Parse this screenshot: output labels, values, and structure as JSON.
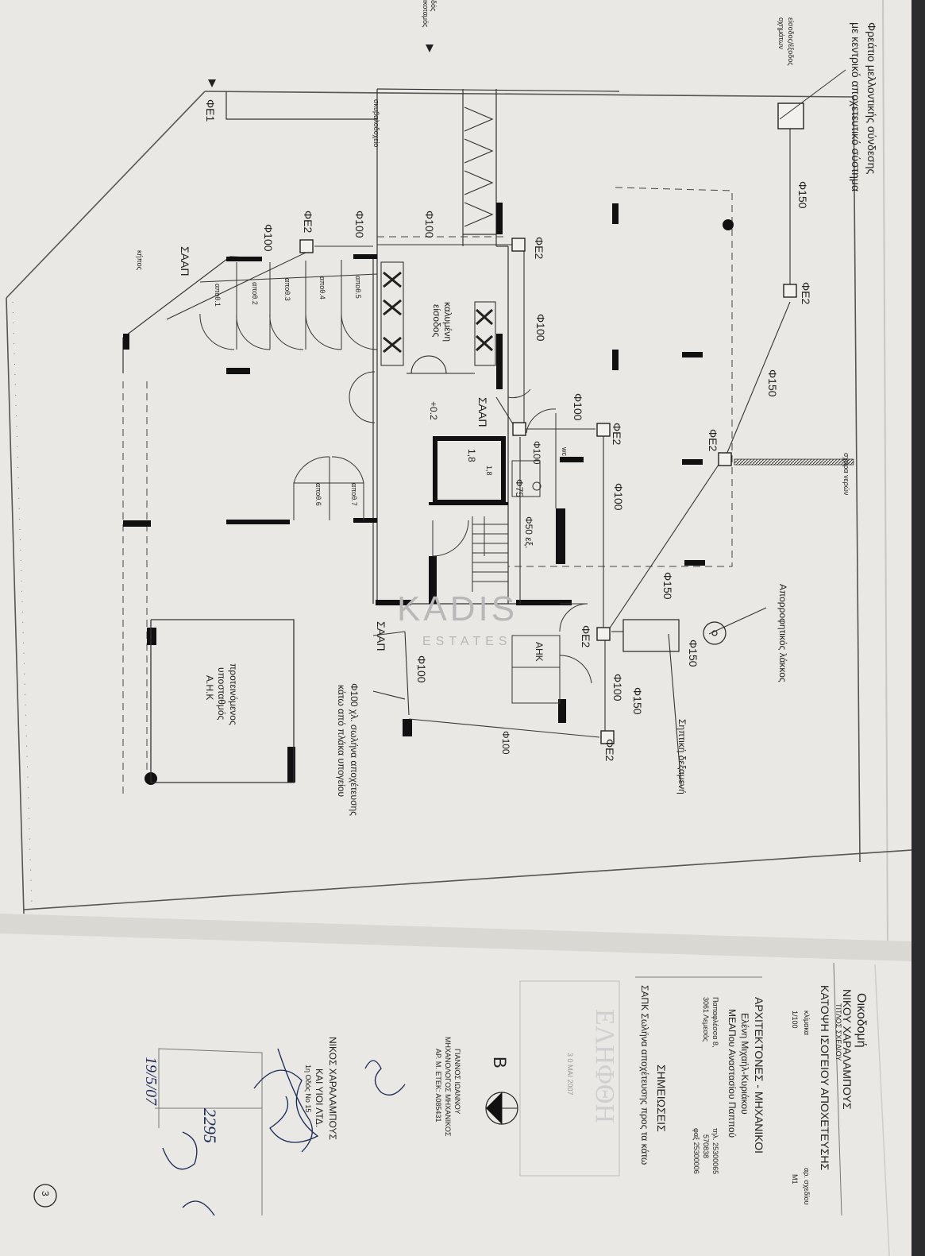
{
  "header_notes": {
    "future_connection_line1": "Φρεάτιο μελλοντικής σύνδεσης",
    "future_connection_line2": "με κεντρικό αποχετευτικό σύστημα",
    "vehicle_entry_line1": "είσοδος/έξοδος",
    "vehicle_entry_line2": "οχημάτων",
    "road_line1": "δός",
    "road_line2": "ικοταμός"
  },
  "rooms": {
    "bin_store": "σκυβαλοδοχείο",
    "covered_entry_line1": "καλυμένη",
    "covered_entry_line2": "είσοδος",
    "store_1": "αποθ.1",
    "store_2": "αποθ.2",
    "store_3": "αποθ.3",
    "store_4": "αποθ.4",
    "store_5": "αποθ.5",
    "store_6": "αποθ.6",
    "store_7": "αποθ.7",
    "garden": "κήπος",
    "wc": "wc",
    "electricity": "ΑΗΚ",
    "substation_line1": "προτεινόμενος",
    "substation_line2": "υποσταθμός",
    "substation_line3": "Α.Η.Κ",
    "level": "+0.2",
    "lift_w": "1,8",
    "lift_h": "1,8"
  },
  "drainage_labels": {
    "fe1": "ΦΕ1",
    "fe2_a": "ΦΕ2",
    "fe2_b": "ΦΕ2",
    "fe2_c": "ΦΕ2",
    "fe2_d": "ΦΕ2",
    "fe2_e": "ΦΕ2",
    "fe2_f": "ΦΕ2",
    "fe2_g": "ΦΕ2",
    "p150_a": "Φ150",
    "p150_b": "Φ150",
    "p150_c": "Φ150",
    "p150_d": "Φ150",
    "p150_e": "Φ150",
    "p100_a": "Φ100",
    "p100_b": "Φ100",
    "p100_c": "Φ100",
    "p100_d": "Φ100",
    "p100_e": "Φ100",
    "p100_f": "Φ100",
    "p100_g": "Φ100",
    "p100_h": "Φ100",
    "p100_wc": "Φ100",
    "p75": "Φ75",
    "p50": "Φ50 εξ.",
    "saap_a": "ΣΑΑΠ",
    "saap_b": "ΣΑΑΠ",
    "saap_c": "ΣΑΑΠ",
    "water_grate": "σχάρα νερών",
    "soakaway": "Απορροφητικός λάκκος",
    "septic_tank": "Σηπτική δεξαμενή",
    "pipe_note_line1": "Φ100 χλ. σωλήνα αποχέτευσης",
    "pipe_note_line2": "κάτω από πλάκα υπογείου"
  },
  "title_block": {
    "project_line1": "Οικοδομή",
    "project_line2": "ΝΙΚΟΥ ΧΑΡΑΛΑΜΠΟΥΣ",
    "drawing_type": "ΤΙΤΛΟΣ ΣΧΕΔΙΟΥ",
    "drawing_title": "ΚΑΤΟΨΗ ΙΣΟΓΕΙΟΥ ΑΠΟΧΕΤΕΥΣΗΣ",
    "scale_label": "κλίμακα",
    "scale_value": "1/100",
    "sheet_label": "αρ. σχεδίου",
    "sheet_value": "Μ1",
    "architects_title": "ΑΡΧΙΤΕΚΤΟΝΕΣ - ΜΗΧΑΝΙΚΟΙ",
    "architect_1": "Ελένη Μιχαήλ-Κυριάκου",
    "architect_2": "ΜΕΑΠου Αναστασίου Παππού",
    "address_1": "Παπαφλέσσα 8,",
    "address_2": "3061 Λεμεσός",
    "phone_1": "τηλ. 25300065",
    "phone_2": "570838",
    "fax": "φαξ 25300006",
    "notes_title": "ΣΗΜΕΙΩΣΕΙΣ",
    "notes_text": "ΣΑΠΚ  Σωλήνα αποχέτευσης προς τα κάτω",
    "stamp_text": "ΕΛΗΦΘΗ",
    "stamp_date": "3 0 ΜΑΙ 2007",
    "north": "Β",
    "engineer_name": "ΓΙΑΝΝΟΣ ΙΩΑΝΝΟΥ",
    "engineer_role": "ΜΗΧΑΝΟΛΟΓΟΣ ΜΗΧΑΝΙΚΟΣ",
    "engineer_reg": "ΑΡ. Μ. ΕΤΕΚ: Α085431",
    "owner_line1": "ΝΙΚΟΣ ΧΑΡΑΛΑΜΠΟΥΣ",
    "owner_line2": "ΚΑΙ ΥΙΟΙ ΛΤΔ.",
    "owner_line3": "1η Οδός Νο 15",
    "handwritten_1": "2295",
    "handwritten_2": "19/5/07",
    "page_number": "3"
  },
  "watermark": {
    "brand": "KADIS",
    "sub": "ESTATES"
  }
}
